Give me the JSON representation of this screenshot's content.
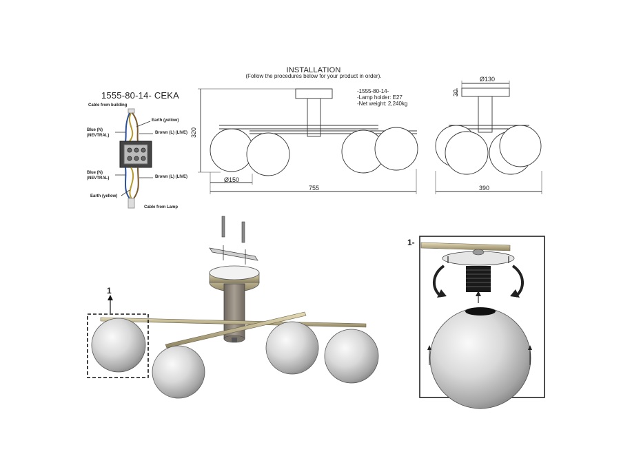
{
  "title": "INSTALLATION",
  "subtitle": "(Follow the procedures below for your product in order).",
  "model": "1555-80-14-  CEKA",
  "spec": {
    "model": "-1555-80-14-",
    "lamp_holder": "-Lamp holder: E27",
    "net_weight": "-Net weight: 2,240kg"
  },
  "wiring": {
    "cable_building": "Cable from building",
    "earth_top": "Earth (yellow)",
    "blue_top_1": "Blue (N)",
    "blue_top_2": "(NEVTRAL)",
    "brown_top": "Brown (L) (LIVE)",
    "blue_bottom_1": "Blue (N)",
    "blue_bottom_2": "(NEVTRAL)",
    "brown_bottom": "Brown (L) (LIVE)",
    "earth_bottom": "Earth (yellow)",
    "cable_lamp": "Cable from Lamp"
  },
  "dimensions": {
    "height": "320",
    "shade_diameter": "Ø150",
    "width": "755",
    "canopy_diameter": "Ø130",
    "canopy_height": "30",
    "depth": "390"
  },
  "callouts": {
    "step1_arrow": "1",
    "step1_detail": "1-"
  },
  "colors": {
    "line": "#333333",
    "brass": "#c8b98a",
    "stone": "#8f877c",
    "glass": "#d8d8d8",
    "black": "#1a1a1a"
  }
}
